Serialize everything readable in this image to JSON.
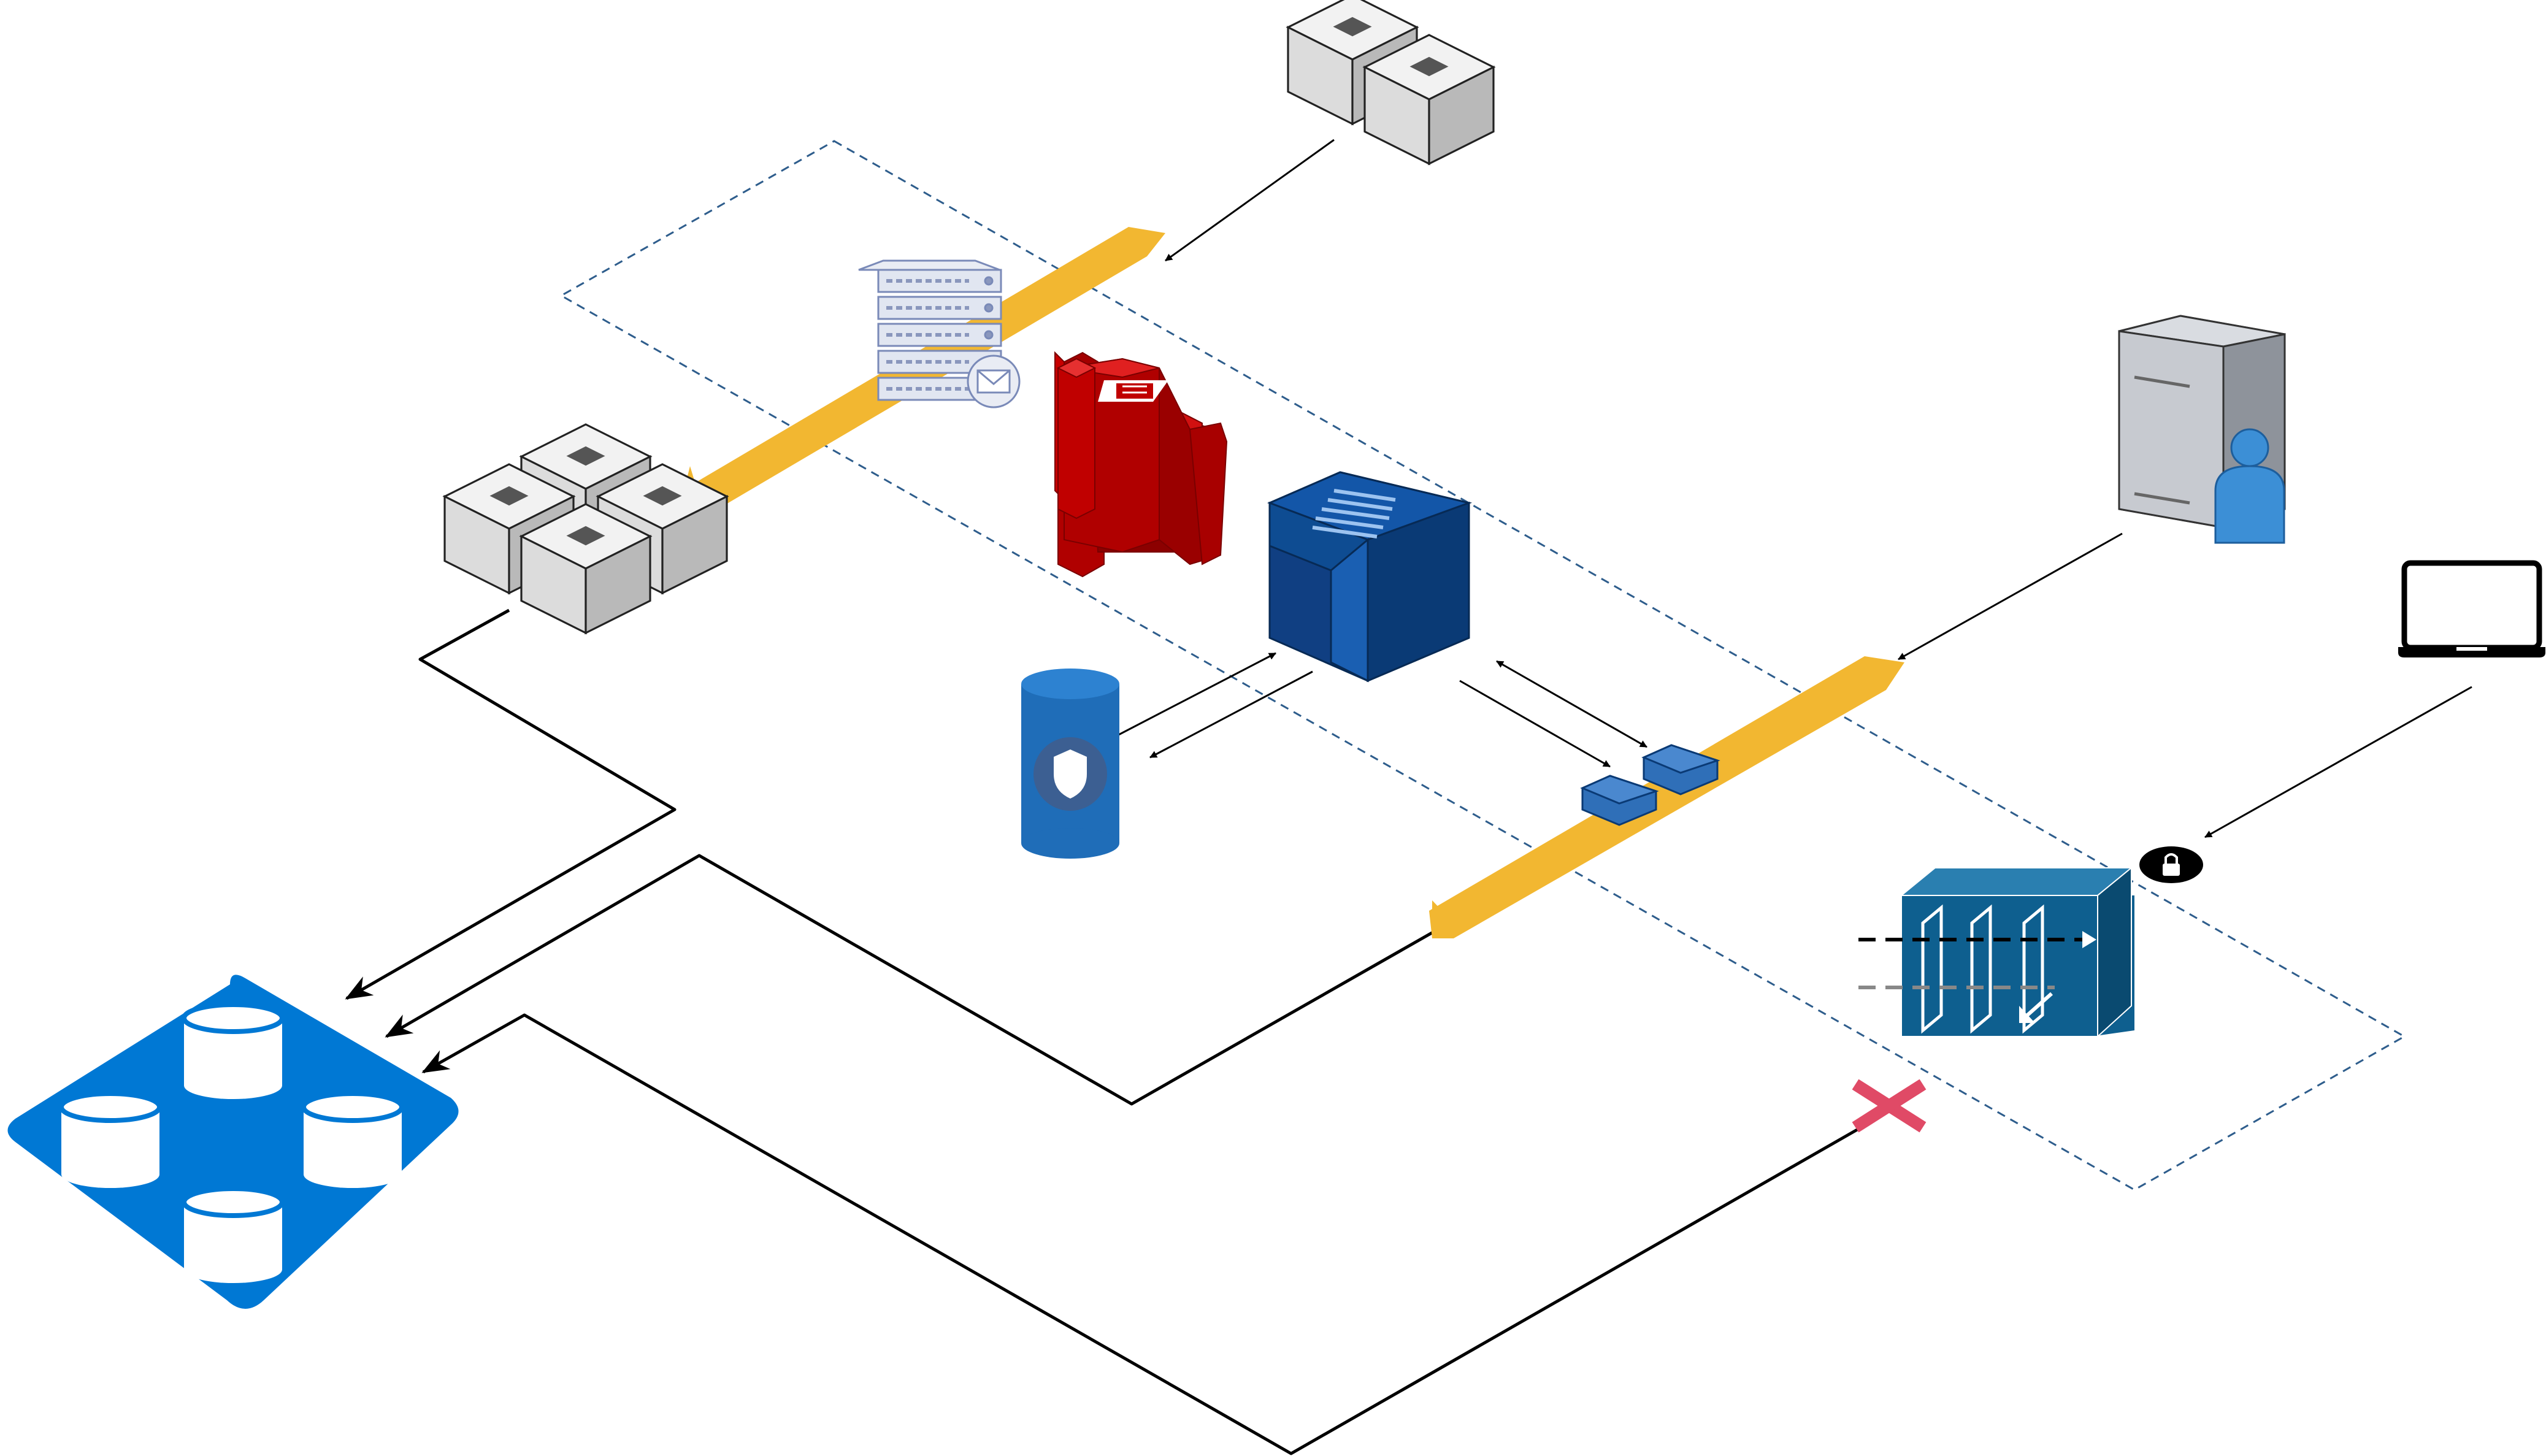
{
  "diagram": {
    "nodes": [
      {
        "id": "storage-cluster-top",
        "icon": "server-blocks-icon"
      },
      {
        "id": "storage-cluster-main",
        "icon": "server-blocks-icon"
      },
      {
        "id": "mail-server",
        "icon": "mail-server-icon"
      },
      {
        "id": "database-red",
        "icon": "database-cluster-icon"
      },
      {
        "id": "blue-server",
        "icon": "mainframe-icon"
      },
      {
        "id": "secure-db",
        "icon": "shielded-database-icon"
      },
      {
        "id": "gateway-pads",
        "icon": "network-pad-icon"
      },
      {
        "id": "user-server",
        "icon": "user-server-icon"
      },
      {
        "id": "laptop",
        "icon": "laptop-icon"
      },
      {
        "id": "lock-badge",
        "icon": "lock-icon"
      },
      {
        "id": "firewall",
        "icon": "firewall-icon"
      },
      {
        "id": "db-cluster",
        "icon": "database-cluster-icon"
      },
      {
        "id": "cut-link",
        "icon": "cross-icon"
      }
    ],
    "colors": {
      "band": "#F2B731",
      "dashed_zone": "#2E5D8C",
      "link": "#000000",
      "red_db": "#C00000",
      "blue_server": "#0E4C92",
      "azure": "#0078D4",
      "firewall": "#0E5F8F",
      "cross": "#E04A66"
    }
  }
}
